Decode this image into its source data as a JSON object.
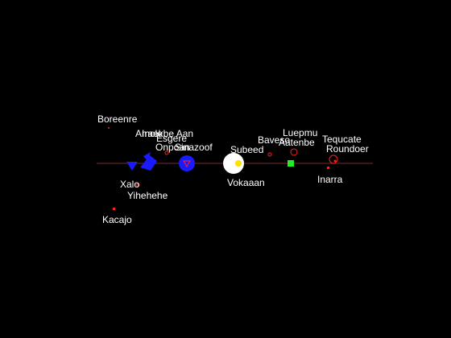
{
  "map": {
    "background_color": "#000000",
    "axis_color": "#7a2a2a",
    "labels": {
      "boreenre": "Boreenre",
      "amole": "Amole",
      "iraekbe_aan": "Iraekbe Aan",
      "esgere": "Esgere",
      "onpoan": "Onpoan",
      "sinazoof": "Sinazoof",
      "subeed": "Subeed",
      "baveso": "Baveso",
      "luepmu": "Luepmu",
      "aatenbe": "Aatenbe",
      "tequcate": "Tequcate",
      "roundoer": "Roundoer",
      "vokaaan": "Vokaaan",
      "inarra": "Inarra",
      "xalo": "Xalo",
      "yihehehe": "Yihehehe",
      "kacajo": "Kacajo"
    },
    "marker_colors": {
      "red": "#ff2020",
      "blue": "#1a1aff",
      "white": "#ffffff",
      "yellow": "#ffe000",
      "green": "#22ee22"
    }
  }
}
